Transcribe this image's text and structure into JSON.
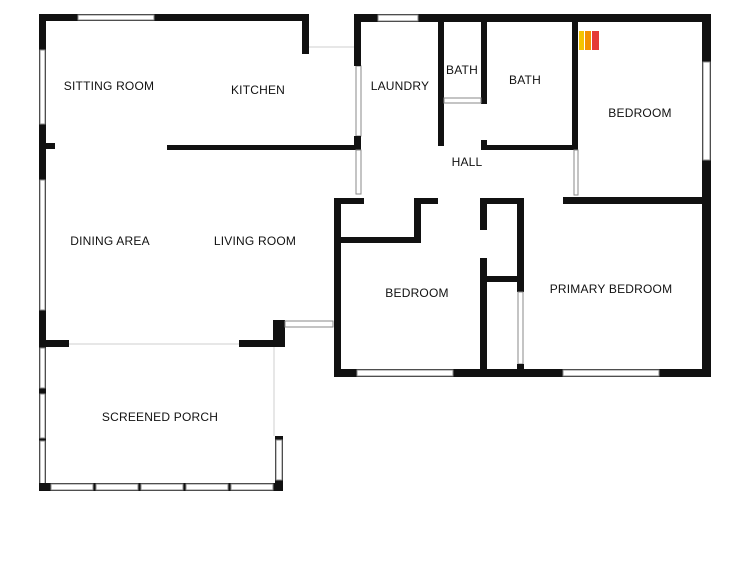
{
  "rooms": {
    "sitting_room": "SITTING ROOM",
    "kitchen": "KITCHEN",
    "laundry": "LAUNDRY",
    "bath_small": "BATH",
    "bath": "BATH",
    "bedroom_ne": "BEDROOM",
    "hall": "HALL",
    "dining_area": "DINING AREA",
    "living_room": "LIVING ROOM",
    "bedroom_s": "BEDROOM",
    "primary_bedroom": "PRIMARY BEDROOM",
    "screened_porch": "SCREENED PORCH"
  },
  "colors": {
    "wall": "#111111",
    "background": "#ffffff",
    "badge_yellow": "#f5c400",
    "badge_orange": "#f39200",
    "badge_red": "#e53935"
  },
  "icons": {
    "badge": "brand-color-bars-icon"
  }
}
